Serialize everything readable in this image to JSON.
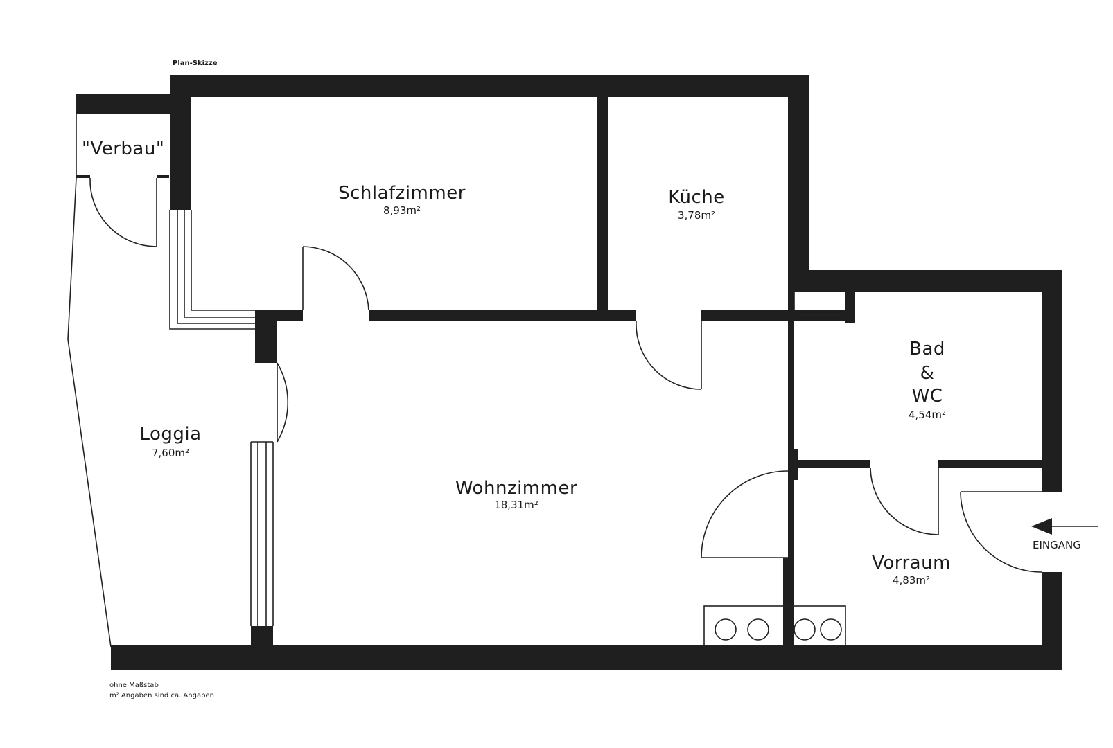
{
  "header": {
    "title": "Plan-Skizze"
  },
  "rooms": {
    "verbau": {
      "name": "\"Verbau\""
    },
    "schlafzimmer": {
      "name": "Schlafzimmer",
      "area": "8,93m²"
    },
    "kueche": {
      "name": "Küche",
      "area": "3,78m²"
    },
    "bad": {
      "name_line1": "Bad",
      "name_line2": "&",
      "name_line3": "WC",
      "area": "4,54m²"
    },
    "loggia": {
      "name": "Loggia",
      "area": "7,60m²"
    },
    "wohnzimmer": {
      "name": "Wohnzimmer",
      "area": "18,31m²"
    },
    "vorraum": {
      "name": "Vorraum",
      "area": "4,83m²"
    }
  },
  "entrance": {
    "label": "EINGANG"
  },
  "footer": {
    "line1": "ohne Maßstab",
    "line2": "m² Angaben sind ca. Angaben"
  },
  "colors": {
    "wall": "#1f1f1f",
    "line": "#222222",
    "background": "#ffffff"
  }
}
